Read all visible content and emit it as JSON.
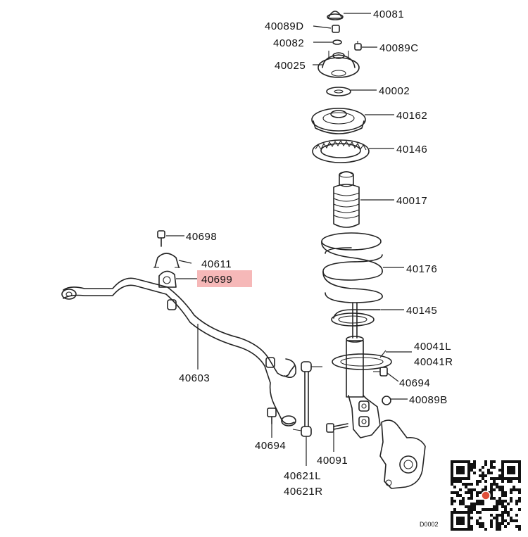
{
  "labels": {
    "p40081": "40081",
    "p40089D": "40089D",
    "p40082": "40082",
    "p40089C": "40089C",
    "p40025": "40025",
    "p40002": "40002",
    "p40162": "40162",
    "p40146": "40146",
    "p40017": "40017",
    "p40698": "40698",
    "p40611": "40611",
    "p40699": "40699",
    "p40176": "40176",
    "p40145": "40145",
    "p40041L": "40041L",
    "p40041R": "40041R",
    "p40603": "40603",
    "p40694a": "40694",
    "p40089B": "40089B",
    "p40694b": "40694",
    "p40091": "40091",
    "p40621L": "40621L",
    "p40621R": "40621R"
  },
  "diagram_code": "D0002",
  "colors": {
    "highlight": "#f6b8b8",
    "ink": "#222222",
    "qr_accent": "#e0503a"
  }
}
